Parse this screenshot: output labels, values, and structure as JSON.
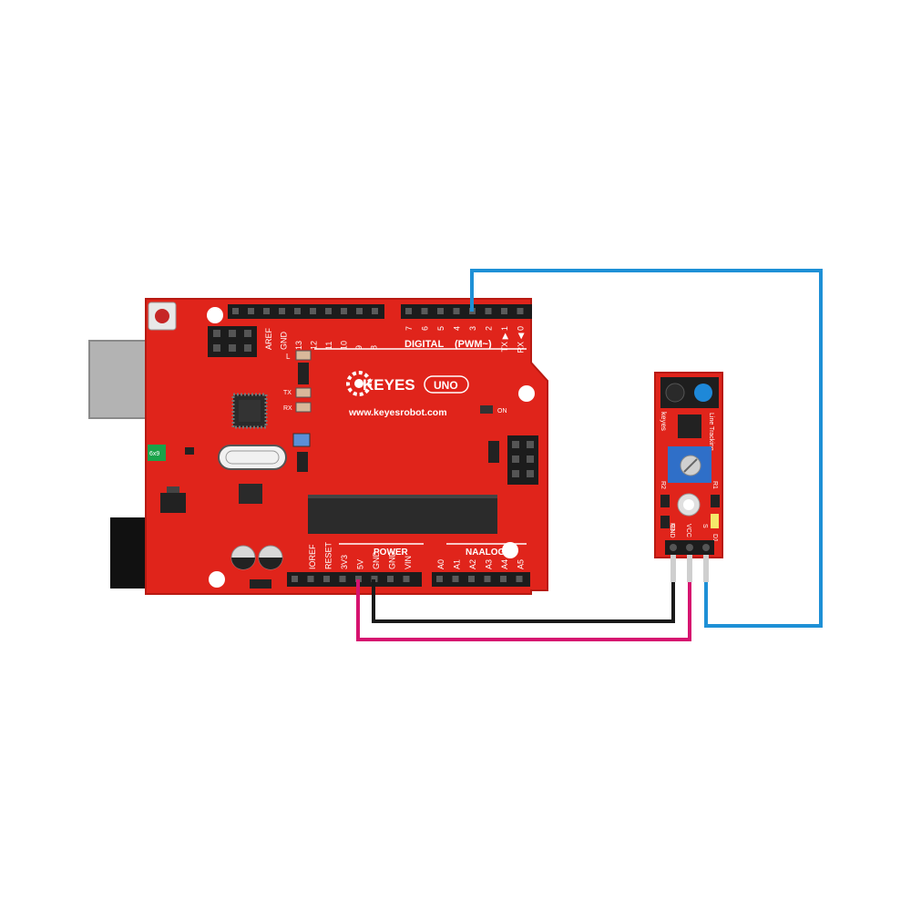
{
  "board": {
    "logo_text": "KEYES",
    "model_badge": "UNO",
    "url": "www.keyesrobot.com",
    "digital_label": "DIGITAL",
    "pwm_label": "(PWM~)",
    "power_label": "POWER",
    "analog_label": "NAALOG IN",
    "led_l": "L",
    "led_tx": "TX",
    "led_rx": "RX",
    "led_on": "ON",
    "crystal_label": "6x9",
    "top_pins_left": [
      "AREF",
      "GND",
      "13",
      "12",
      "11",
      "10",
      "9",
      "8"
    ],
    "top_pins_right": [
      "7",
      "6",
      "5",
      "4",
      "3",
      "2",
      "TX ▶ 1",
      "RX ◀ 0"
    ],
    "power_pins": [
      "IOREF",
      "RESET",
      "3V3",
      "5V",
      "GND",
      "GND",
      "VIN"
    ],
    "analog_pins": [
      "A0",
      "A1",
      "A2",
      "A3",
      "A4",
      "A5"
    ]
  },
  "sensor": {
    "brand": "keyes",
    "title": "Line Tracking",
    "r1": "R1",
    "r2": "R2",
    "r3": "R3",
    "d1": "D1",
    "pins": [
      "GND",
      "VCC",
      "S"
    ]
  },
  "wires": {
    "signal_color": "#1e90d6",
    "ground_color": "#1a1a1a",
    "power_color": "#d6136f"
  },
  "colors": {
    "board_red": "#e0241b",
    "board_edge": "#b81a12"
  }
}
